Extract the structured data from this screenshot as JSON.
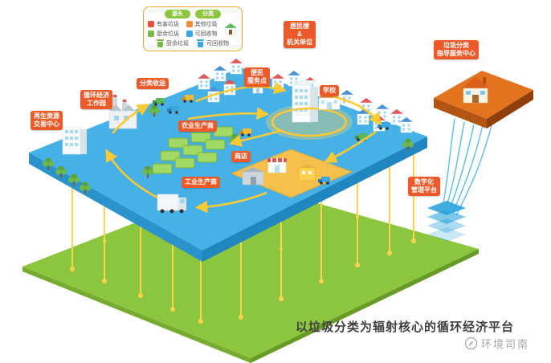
{
  "legend": {
    "pills": [
      "源头",
      "分类"
    ],
    "items": [
      {
        "label": "有害垃圾",
        "color": "#e8503a"
      },
      {
        "label": "其他垃圾",
        "color": "#f08c3a"
      },
      {
        "label": "厨余垃圾",
        "color": "#7ab648"
      },
      {
        "label": "可回收物",
        "color": "#3aa7e0"
      }
    ],
    "bins": [
      {
        "label": "厨余垃圾",
        "color": "#7ab648"
      },
      {
        "label": "可回收物",
        "color": "#3aa7e0"
      }
    ]
  },
  "labels": {
    "collection": "分类收运",
    "eco_park": "循环经济\n工作园",
    "trade_center": "再生资源\n交易中心",
    "residential": "居民楼\n&\n机关单位",
    "service_point": "便民\n服务点",
    "school": "学校",
    "guide_center": "垃圾分类\n指导服务中心",
    "agri_producer": "农业生产商",
    "shop": "商店",
    "industrial_producer": "工业生产商",
    "digital_platform": "数字化\n管理平台"
  },
  "caption": "以垃圾分类为辐射核心的循环经济平台",
  "brand": "环境司南",
  "colors": {
    "platform_blue": "#45b1e6",
    "platform_green": "#8cc63f",
    "platform_orange": "#e2731f",
    "accent_yellow": "#ffc933",
    "label_orange": "#eb5a28"
  }
}
